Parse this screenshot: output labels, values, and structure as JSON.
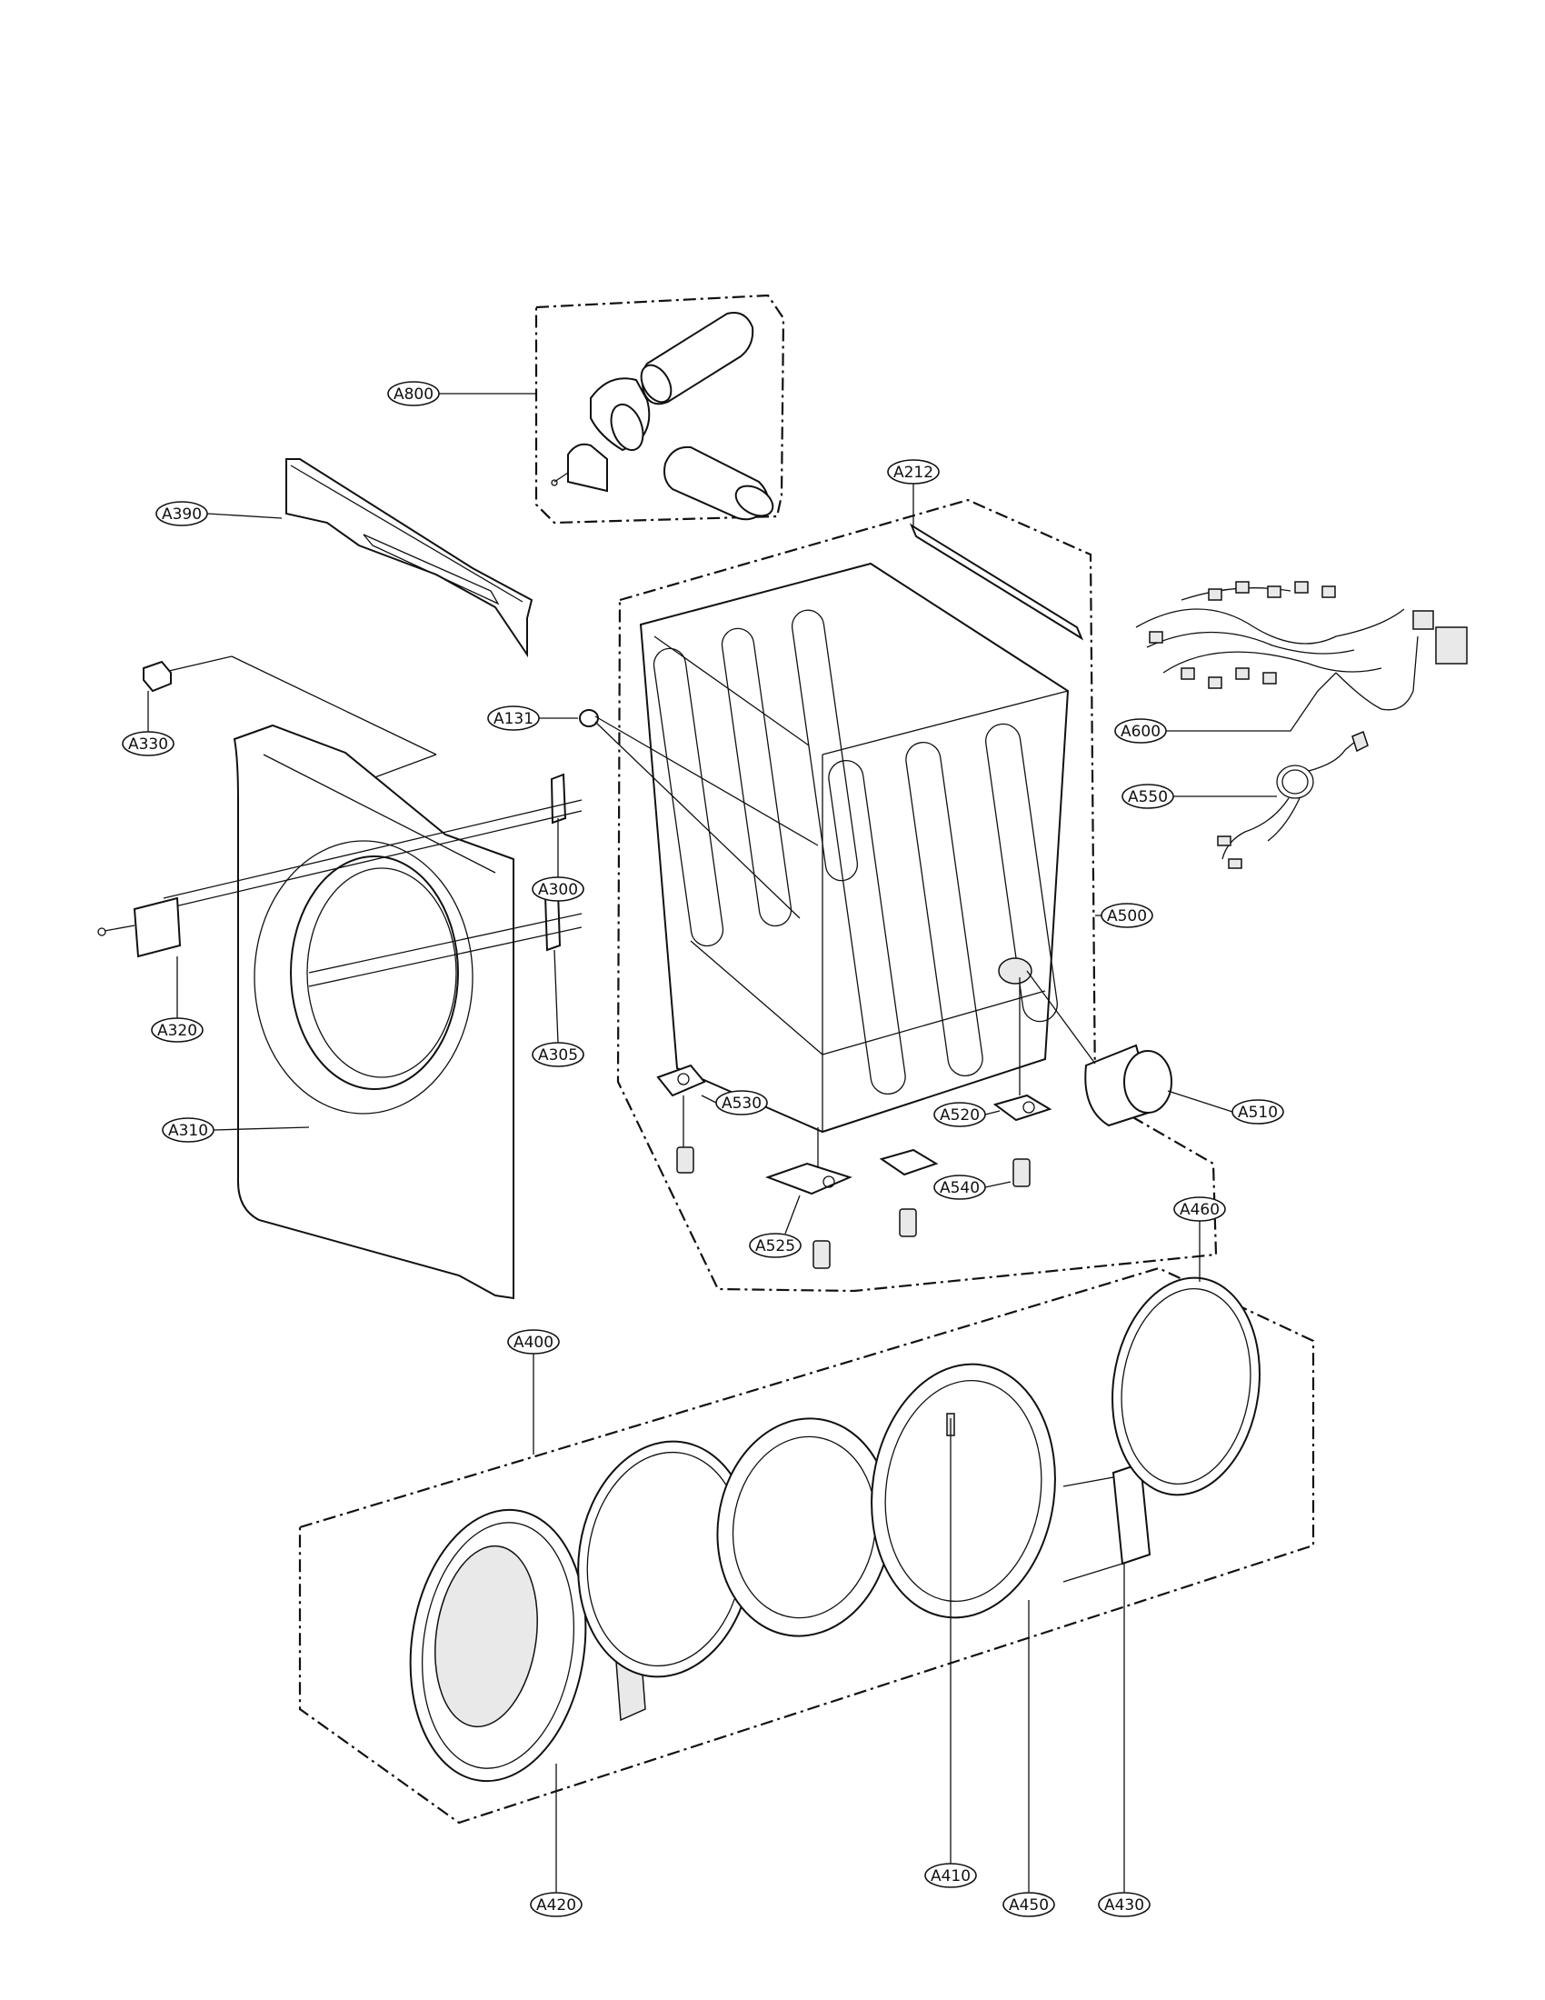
{
  "diagram": {
    "callouts": [
      {
        "id": "A800",
        "label": "A800"
      },
      {
        "id": "A390",
        "label": "A390"
      },
      {
        "id": "A212",
        "label": "A212"
      },
      {
        "id": "A330",
        "label": "A330"
      },
      {
        "id": "A131",
        "label": "A131"
      },
      {
        "id": "A600",
        "label": "A600"
      },
      {
        "id": "A550",
        "label": "A550"
      },
      {
        "id": "A300",
        "label": "A300"
      },
      {
        "id": "A500",
        "label": "A500"
      },
      {
        "id": "A320",
        "label": "A320"
      },
      {
        "id": "A305",
        "label": "A305"
      },
      {
        "id": "A530",
        "label": "A530"
      },
      {
        "id": "A520",
        "label": "A520"
      },
      {
        "id": "A510",
        "label": "A510"
      },
      {
        "id": "A310",
        "label": "A310"
      },
      {
        "id": "A540",
        "label": "A540"
      },
      {
        "id": "A525",
        "label": "A525"
      },
      {
        "id": "A460",
        "label": "A460"
      },
      {
        "id": "A400",
        "label": "A400"
      },
      {
        "id": "A420",
        "label": "A420"
      },
      {
        "id": "A410",
        "label": "A410"
      },
      {
        "id": "A450",
        "label": "A450"
      },
      {
        "id": "A430",
        "label": "A430"
      }
    ]
  }
}
